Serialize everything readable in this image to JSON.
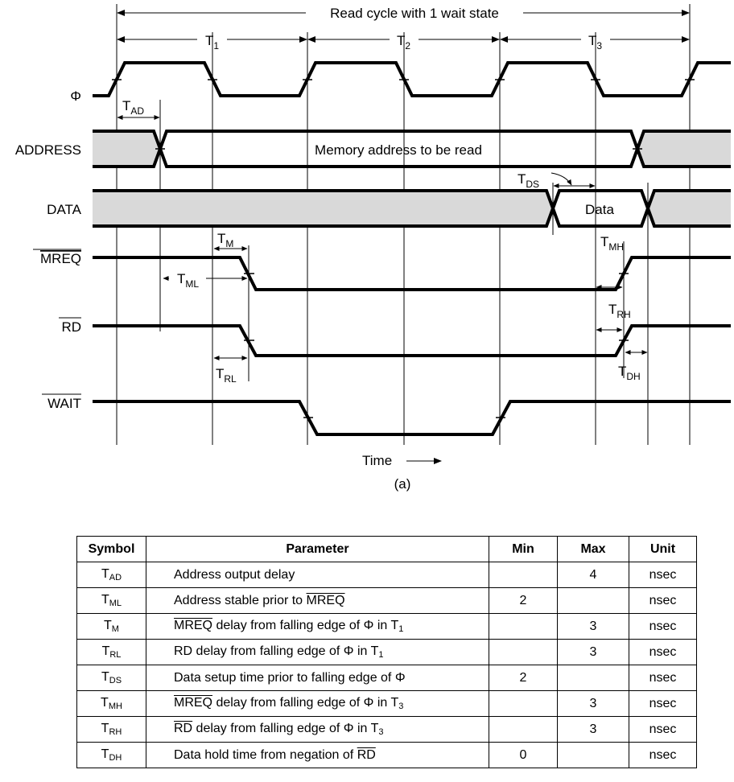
{
  "diagram": {
    "cycle_label": "Read cycle with 1 wait state",
    "periods": [
      {
        "base": "T",
        "sub": "1"
      },
      {
        "base": "T",
        "sub": "2"
      },
      {
        "base": "T",
        "sub": "3"
      }
    ],
    "signals": {
      "clock": "Φ",
      "address": "ADDRESS",
      "data": "DATA",
      "mreq": "MREQ",
      "rd": "RD",
      "wait": "WAIT"
    },
    "bus_text": {
      "address": "Memory address to be read",
      "data": "Data"
    },
    "timings": {
      "tad": {
        "base": "T",
        "sub": "AD"
      },
      "tds": {
        "base": "T",
        "sub": "DS"
      },
      "tm": {
        "base": "T",
        "sub": "M"
      },
      "tml": {
        "base": "T",
        "sub": "ML"
      },
      "tmh": {
        "base": "T",
        "sub": "MH"
      },
      "trh": {
        "base": "T",
        "sub": "RH"
      },
      "trl": {
        "base": "T",
        "sub": "RL"
      },
      "tdh": {
        "base": "T",
        "sub": "DH"
      }
    },
    "time_label": "Time",
    "caption": "(a)",
    "colors": {
      "bus_invalid": "#d9d9d9",
      "line": "#000000"
    }
  },
  "table": {
    "headers": [
      "Symbol",
      "Parameter",
      "Min",
      "Max",
      "Unit"
    ],
    "rows": [
      {
        "symbol": {
          "base": "T",
          "sub": "AD"
        },
        "parameter": [
          {
            "t": "Address output delay"
          }
        ],
        "min": "",
        "max": "4",
        "unit": "nsec"
      },
      {
        "symbol": {
          "base": "T",
          "sub": "ML"
        },
        "parameter": [
          {
            "t": "Address stable prior to "
          },
          {
            "t": "MREQ",
            "s": "ov"
          }
        ],
        "min": "2",
        "max": "",
        "unit": "nsec"
      },
      {
        "symbol": {
          "base": "T",
          "sub": "M"
        },
        "parameter": [
          {
            "t": "MREQ",
            "s": "ov"
          },
          {
            "t": " delay from falling edge of Φ in T"
          },
          {
            "t": "1",
            "s": "sub"
          }
        ],
        "min": "",
        "max": "3",
        "unit": "nsec"
      },
      {
        "symbol": {
          "base": "T",
          "sub": "RL"
        },
        "parameter": [
          {
            "t": "RD delay from falling edge of Φ in T"
          },
          {
            "t": "1",
            "s": "sub"
          }
        ],
        "min": "",
        "max": "3",
        "unit": "nsec"
      },
      {
        "symbol": {
          "base": "T",
          "sub": "DS"
        },
        "parameter": [
          {
            "t": "Data setup time prior to falling edge of Φ"
          }
        ],
        "min": "2",
        "max": "",
        "unit": "nsec"
      },
      {
        "symbol": {
          "base": "T",
          "sub": "MH"
        },
        "parameter": [
          {
            "t": "MREQ",
            "s": "ov"
          },
          {
            "t": " delay from falling edge of Φ in T"
          },
          {
            "t": "3",
            "s": "sub"
          }
        ],
        "min": "",
        "max": "3",
        "unit": "nsec"
      },
      {
        "symbol": {
          "base": "T",
          "sub": "RH"
        },
        "parameter": [
          {
            "t": "RD",
            "s": "ov"
          },
          {
            "t": " delay from falling edge of Φ in T"
          },
          {
            "t": "3",
            "s": "sub"
          }
        ],
        "min": "",
        "max": "3",
        "unit": "nsec"
      },
      {
        "symbol": {
          "base": "T",
          "sub": "DH"
        },
        "parameter": [
          {
            "t": "Data hold time from negation of "
          },
          {
            "t": "RD",
            "s": "ov"
          }
        ],
        "min": "0",
        "max": "",
        "unit": "nsec"
      }
    ]
  }
}
